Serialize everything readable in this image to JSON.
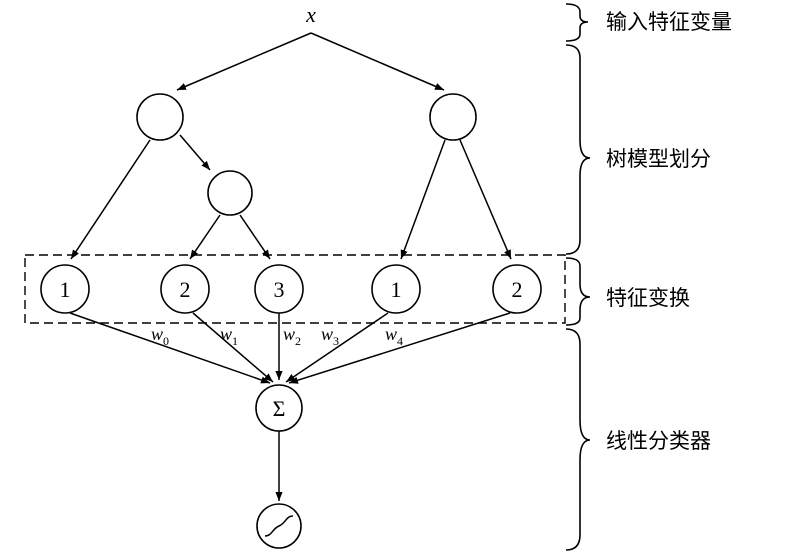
{
  "input": {
    "label": "x"
  },
  "leaves": [
    {
      "label": "1"
    },
    {
      "label": "2"
    },
    {
      "label": "3"
    },
    {
      "label": "1"
    },
    {
      "label": "2"
    }
  ],
  "weights": [
    {
      "base": "w",
      "sub": "0"
    },
    {
      "base": "w",
      "sub": "1"
    },
    {
      "base": "w",
      "sub": "2"
    },
    {
      "base": "w",
      "sub": "3"
    },
    {
      "base": "w",
      "sub": "4"
    }
  ],
  "sum_symbol": "Σ",
  "stages": {
    "input_features": "输入特征变量",
    "tree_partition": "树模型划分",
    "feature_transform": "特征变换",
    "linear_classifier": "线性分类器"
  }
}
